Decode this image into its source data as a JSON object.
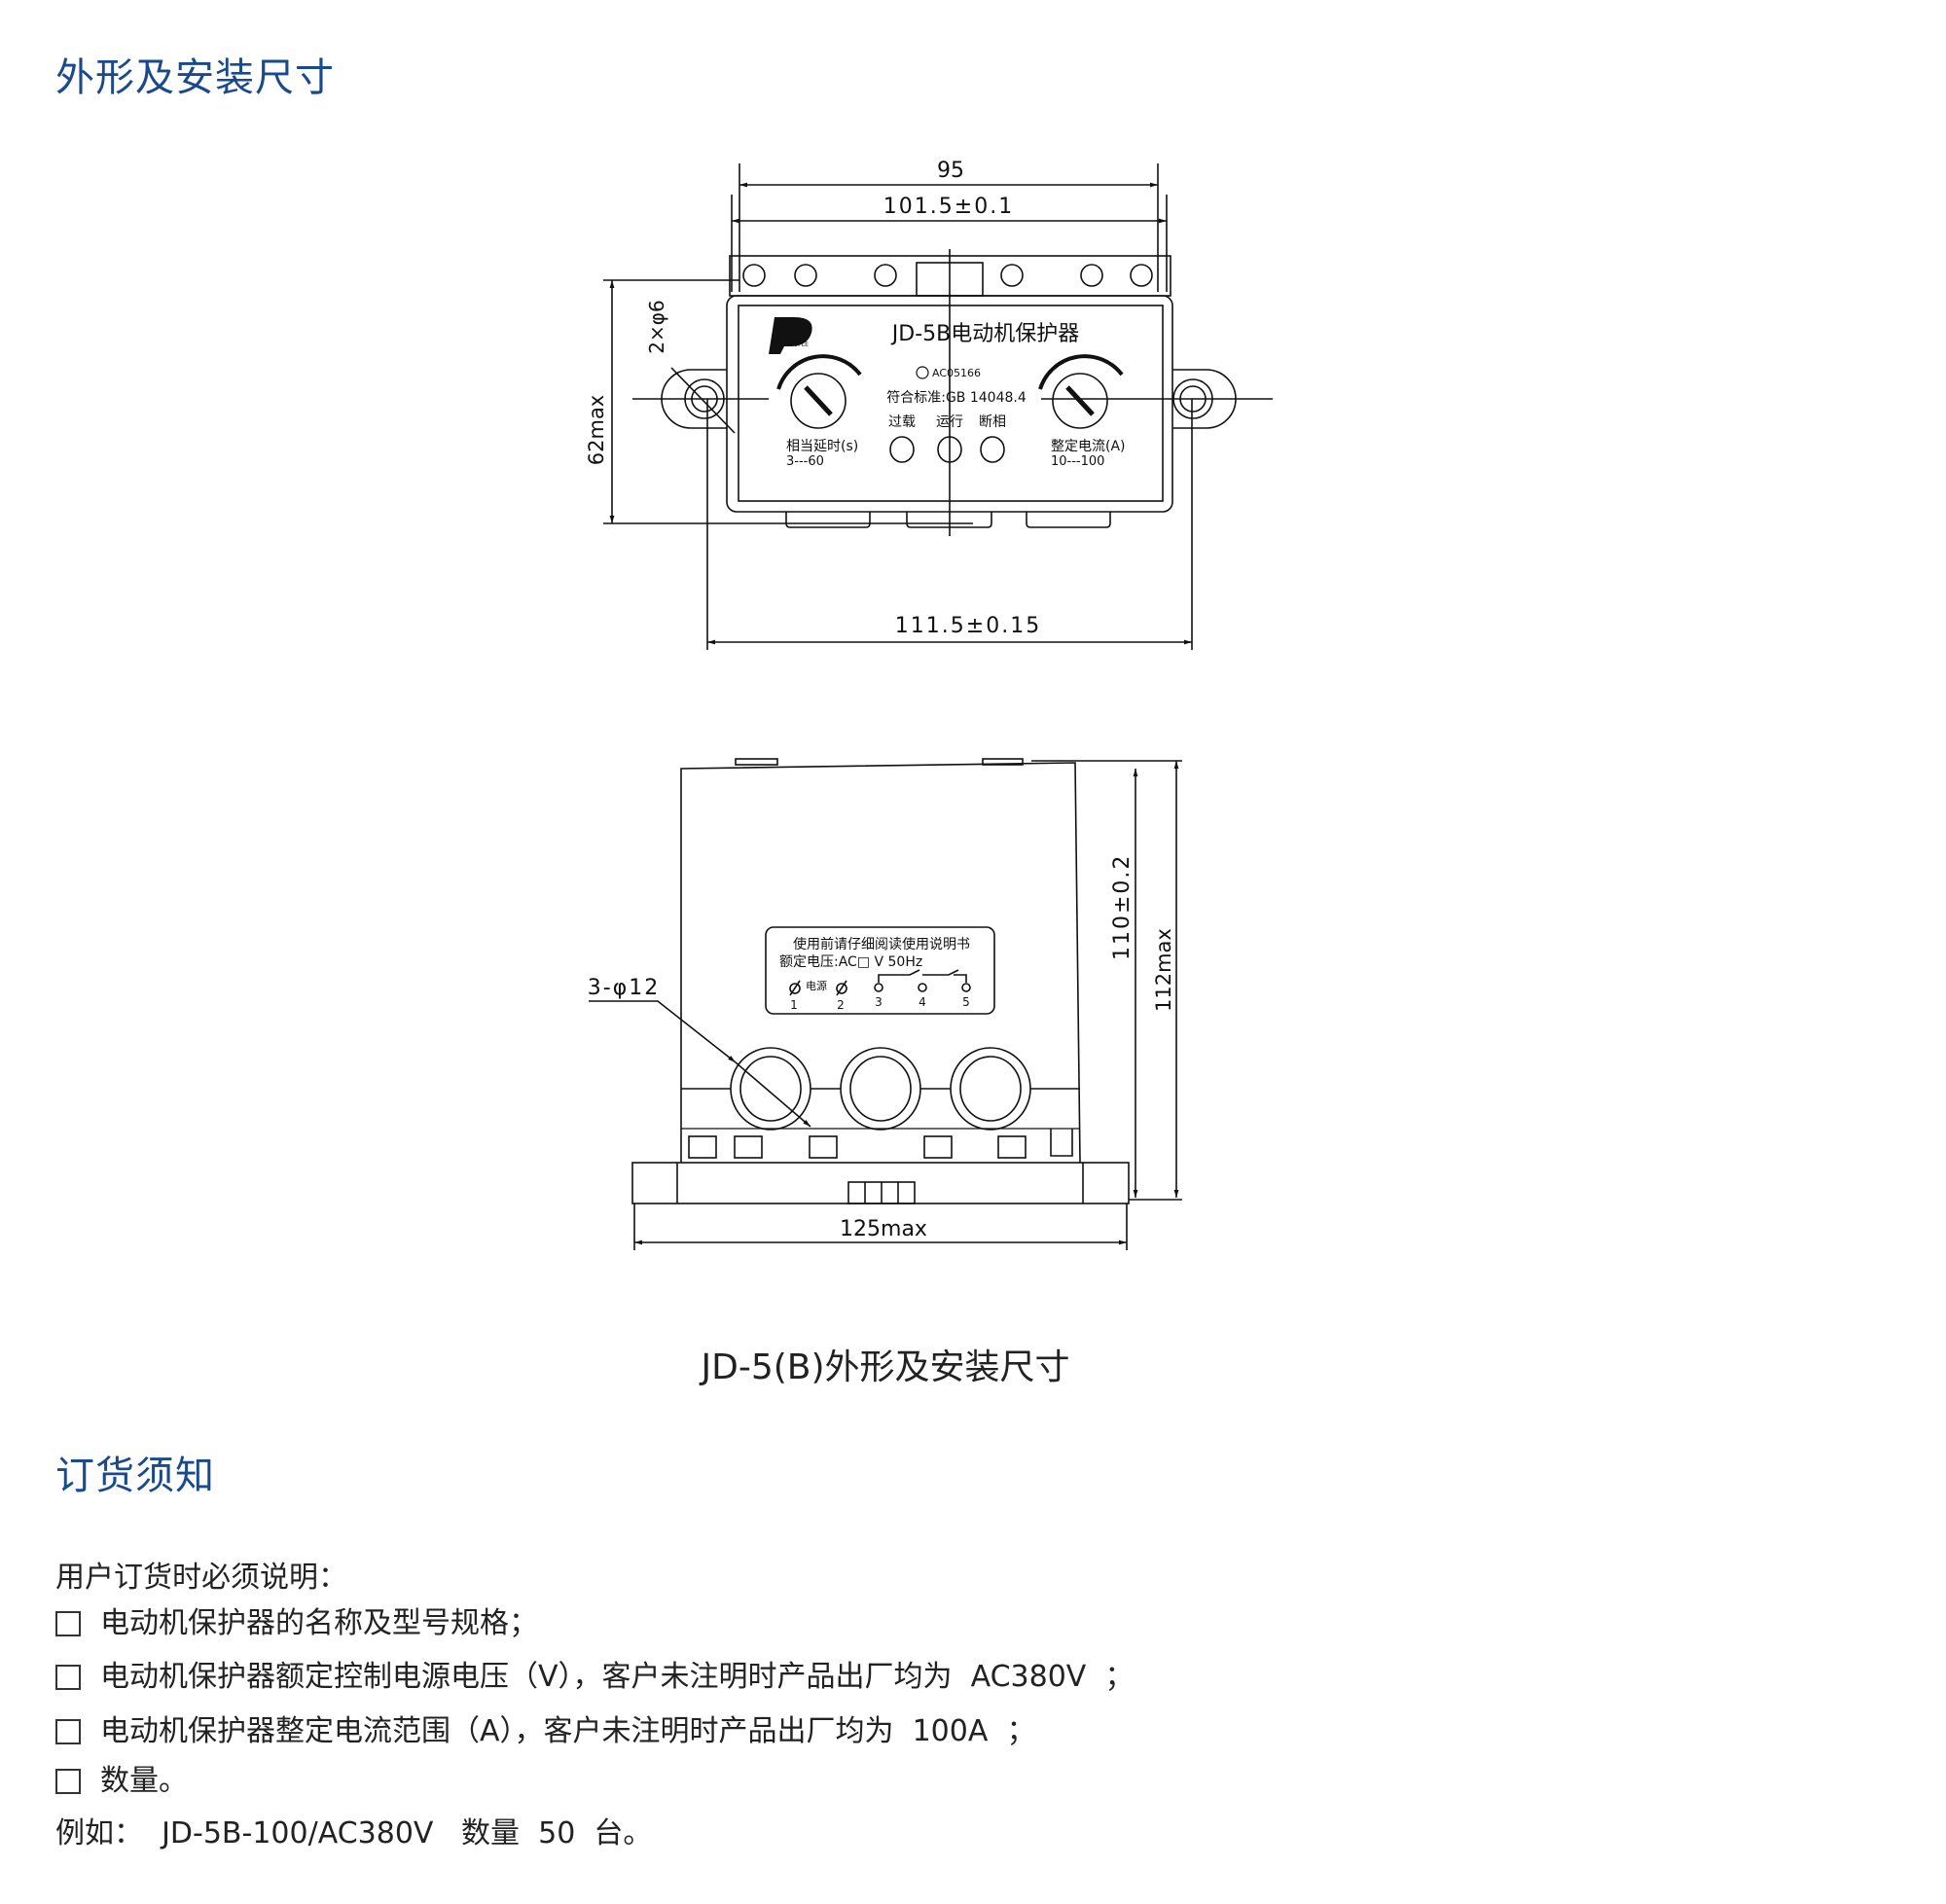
{
  "section1": {
    "title": "外形及安装尺寸"
  },
  "front_view": {
    "dim_95": "95",
    "dim_101": "101.5±0.1",
    "dim_111": "111.5±0.15",
    "dim_62": "62max",
    "dim_holes": "2×φ6",
    "product_title": "JD-5B电动机保护器",
    "logo_text": "PEOPLE",
    "cert": "AC05166",
    "standard": "符合标准:GB 14048.4",
    "led_labels": [
      "过载",
      "运行",
      "断相"
    ],
    "knob_left_label": "相当延时(s)",
    "knob_left_range": "3---60",
    "knob_right_label": "整定电流(A)",
    "knob_right_range": "10---100"
  },
  "side_view": {
    "holes": "3-φ12",
    "dim_110": "110±0.2",
    "dim_112": "112max",
    "dim_125": "125max",
    "label_line1": "使用前请仔细阅读使用说明书",
    "label_line2": "额定电压:AC□  V  50Hz",
    "power_label": "电源",
    "terminals": [
      "1",
      "2",
      "3",
      "4",
      "5"
    ]
  },
  "caption": "JD-5(B)外形及安装尺寸",
  "section2": {
    "title": "订货须知",
    "intro": "用户订货时必须说明：",
    "items": [
      "电动机保护器的名称及型号规格；",
      "电动机保护器额定控制电源电压（V），客户未注明时产品出厂均为  AC380V  ；",
      "电动机保护器整定电流范围（A），客户未注明时产品出厂均为  100A  ；",
      "数量。"
    ],
    "example": "例如：  JD-5B-100/AC380V   数量  50  台。"
  },
  "colors": {
    "heading": "#1a4a8c",
    "text": "#222222"
  }
}
